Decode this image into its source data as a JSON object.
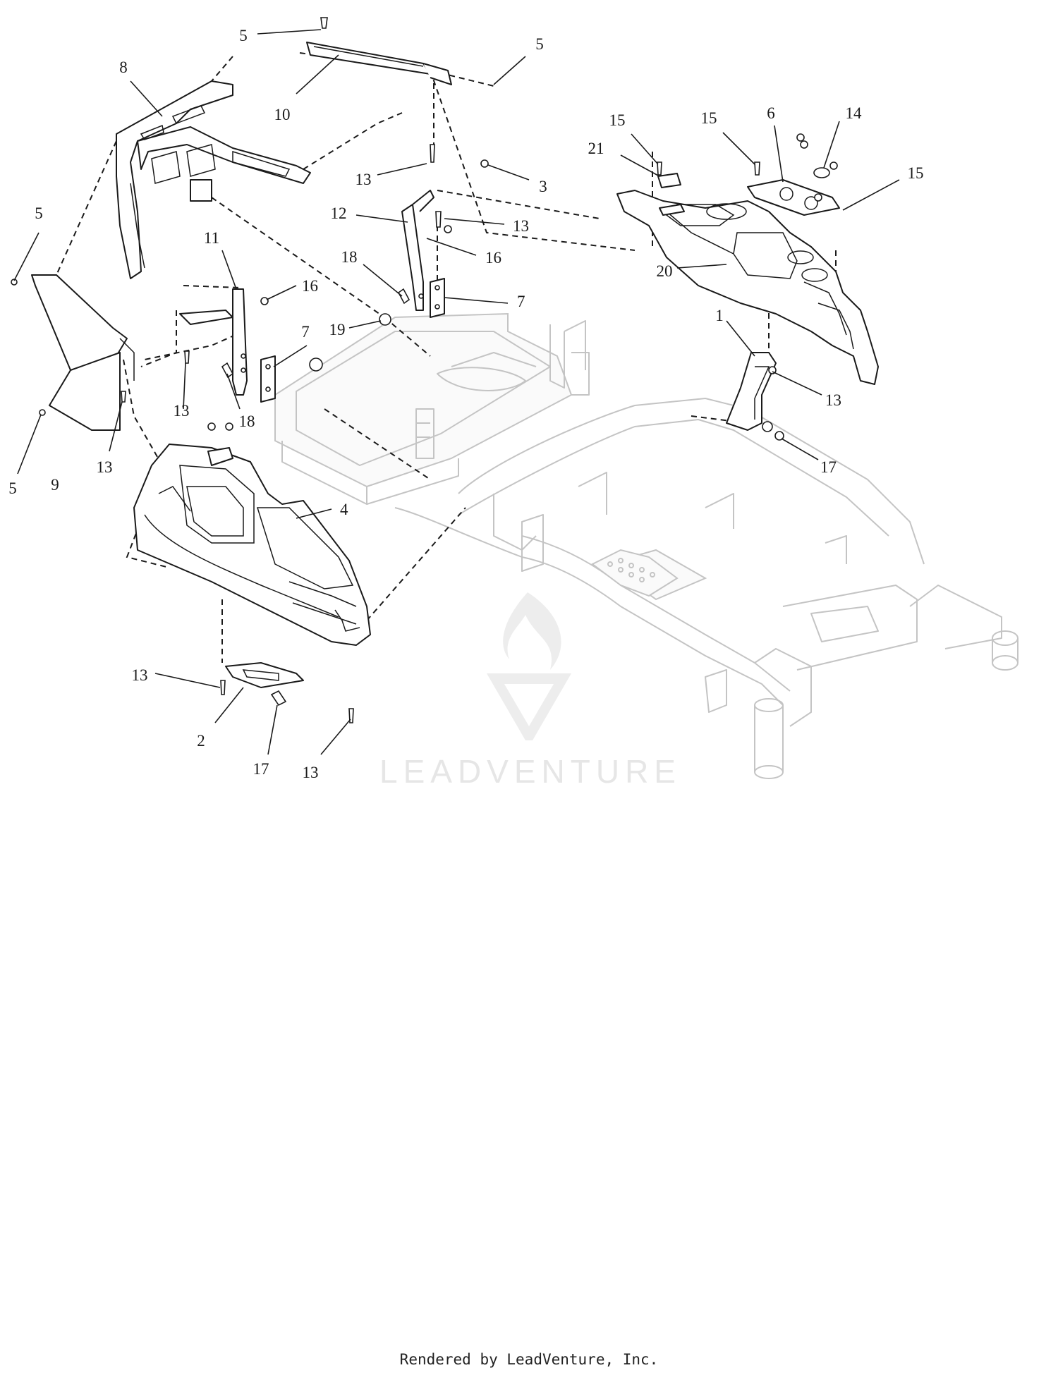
{
  "watermark": {
    "brand": "LEADVENTURE"
  },
  "footer": {
    "text": "Rendered by LeadVenture, Inc."
  },
  "callouts": [
    {
      "id": "c5a",
      "label": "5"
    },
    {
      "id": "c10",
      "label": "10"
    },
    {
      "id": "c8",
      "label": "8"
    },
    {
      "id": "c5b",
      "label": "5"
    },
    {
      "id": "c13a",
      "label": "13"
    },
    {
      "id": "c3",
      "label": "3"
    },
    {
      "id": "c5c",
      "label": "5"
    },
    {
      "id": "c12",
      "label": "12"
    },
    {
      "id": "c13b",
      "label": "13"
    },
    {
      "id": "c16a",
      "label": "16"
    },
    {
      "id": "c18a",
      "label": "18"
    },
    {
      "id": "c7a",
      "label": "7"
    },
    {
      "id": "c11",
      "label": "11"
    },
    {
      "id": "c16b",
      "label": "16"
    },
    {
      "id": "c19",
      "label": "19"
    },
    {
      "id": "c7b",
      "label": "7"
    },
    {
      "id": "c13c",
      "label": "13"
    },
    {
      "id": "c18b",
      "label": "18"
    },
    {
      "id": "c13d",
      "label": "13"
    },
    {
      "id": "c5d",
      "label": "5"
    },
    {
      "id": "c9",
      "label": "9"
    },
    {
      "id": "c4",
      "label": "4"
    },
    {
      "id": "c13e",
      "label": "13"
    },
    {
      "id": "c2",
      "label": "2"
    },
    {
      "id": "c17a",
      "label": "17"
    },
    {
      "id": "c13f",
      "label": "13"
    },
    {
      "id": "c15a",
      "label": "15"
    },
    {
      "id": "c21",
      "label": "21"
    },
    {
      "id": "c15b",
      "label": "15"
    },
    {
      "id": "c6",
      "label": "6"
    },
    {
      "id": "c14",
      "label": "14"
    },
    {
      "id": "c15c",
      "label": "15"
    },
    {
      "id": "c20",
      "label": "20"
    },
    {
      "id": "c1",
      "label": "1"
    },
    {
      "id": "c13g",
      "label": "13"
    },
    {
      "id": "c17b",
      "label": "17"
    }
  ]
}
